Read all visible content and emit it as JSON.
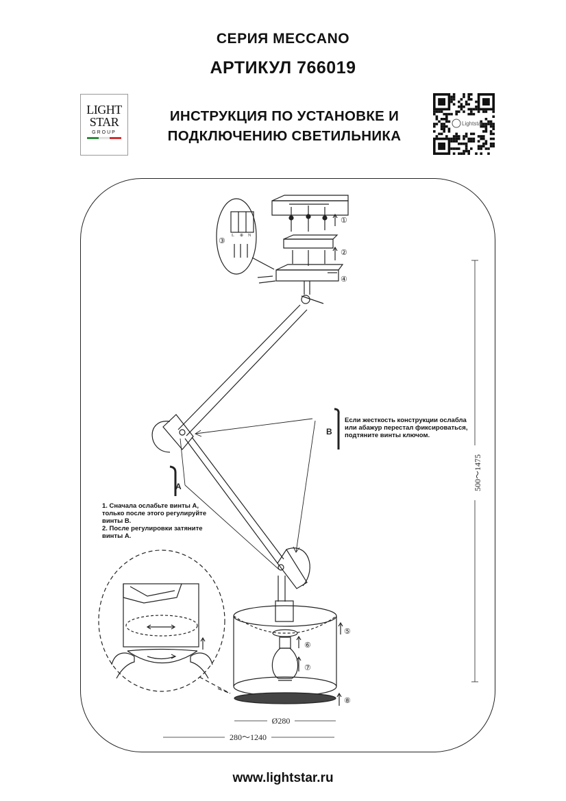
{
  "header": {
    "series": "СЕРИЯ MECCANO",
    "article": "АРТИКУЛ 766019",
    "title_line1": "ИНСТРУКЦИЯ ПО УСТАНОВКЕ И",
    "title_line2": "ПОДКЛЮЧЕНИЮ СВЕТИЛЬНИКА"
  },
  "logo": {
    "line1": "LIGHT",
    "line2": "STAR",
    "group": "GROUP",
    "flag_colors": [
      "#2e8b3d",
      "#ffffff",
      "#d32f2f"
    ]
  },
  "qr": {
    "center_label": "Lightstar"
  },
  "diagram": {
    "steps": [
      "①",
      "②",
      "③",
      "④",
      "⑤",
      "⑥",
      "⑦",
      "⑧"
    ],
    "terminal_labels": {
      "l": "L",
      "ground": "⊕",
      "n": "N"
    },
    "screw_a_label": "A",
    "screw_b_label": "B",
    "note_b": "Если жесткость конструкции ослабла или абажур перестал фиксироваться, подтяните винты ключом.",
    "note_a_line1": "1. Сначала ослабьте винты А,",
    "note_a_line2": "только после этого регулируйте",
    "note_a_line3": "винты В.",
    "note_a_line4": "2. После регулировки затяните",
    "note_a_line5": "винты А.",
    "dim_height": "500～1475",
    "dim_diameter": "Ø280",
    "dim_reach": "280～1240"
  },
  "footer": {
    "url": "www.lightstar.ru"
  }
}
